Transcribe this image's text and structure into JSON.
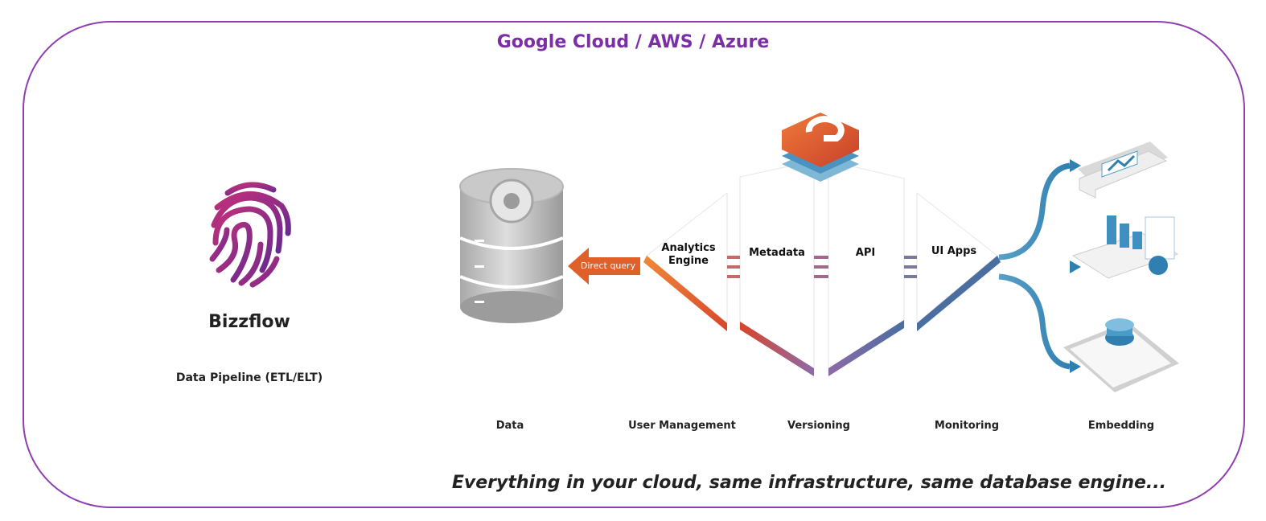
{
  "header": {
    "title": "Google Cloud / AWS / Azure"
  },
  "bizzflow": {
    "name": "Bizzflow",
    "subtitle": "Data Pipeline (ETL/ELT)"
  },
  "diagram": {
    "arrow_label": "Direct query",
    "segments": [
      "Analytics Engine",
      "Metadata",
      "API",
      "UI Apps"
    ],
    "bottom_labels": [
      "Data",
      "User Management",
      "Versioning",
      "Monitoring",
      "Embedding"
    ]
  },
  "footer": {
    "tagline": "Everything in your cloud, same infrastructure, same database engine..."
  },
  "colors": {
    "frame": "#8e3fae",
    "title": "#7b2fa5",
    "orange": "#e05a2a",
    "blue": "#4a8fb8"
  },
  "icons": [
    "fingerprint-icon",
    "database-icon",
    "product-logo-icon",
    "mobile-device-icon",
    "dashboard-icon",
    "tablet-icon"
  ]
}
